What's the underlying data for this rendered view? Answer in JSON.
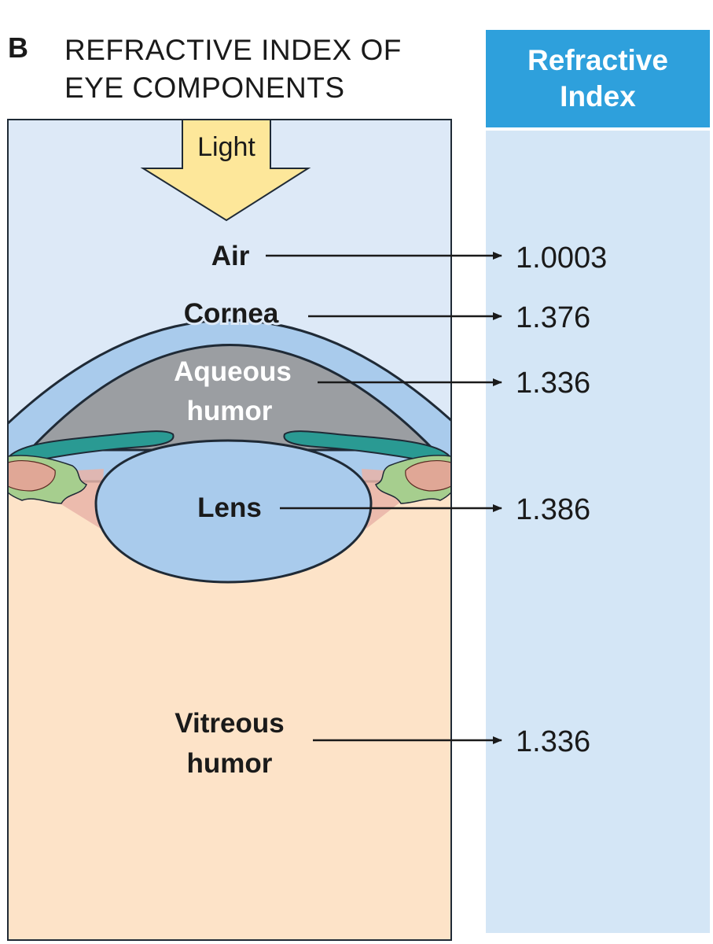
{
  "figure": {
    "panel_letter": "B",
    "title_line1": "REFRACTIVE INDEX OF",
    "title_line2": "EYE COMPONENTS"
  },
  "index_header": {
    "line1": "Refractive",
    "line2": "Index"
  },
  "light_label": "Light",
  "components": [
    {
      "name": "Air",
      "index": "1.0003"
    },
    {
      "name": "Cornea",
      "index": "1.376"
    },
    {
      "name_line1": "Aqueous",
      "name_line2": "humor",
      "index": "1.336"
    },
    {
      "name": "Lens",
      "index": "1.386"
    },
    {
      "name_line1": "Vitreous",
      "name_line2": "humor",
      "index": "1.336"
    }
  ],
  "colors": {
    "air": "#dde9f7",
    "cornea": "#a9cbec",
    "aqueous": "#9b9ea2",
    "lens": "#a9cbec",
    "vitreous": "#fde3c8",
    "iris": "#2a9a93",
    "ciliary": "#a6ce8e",
    "zonules": "#e9b4a8",
    "arrow_fill": "#fde79a",
    "header": "#2ea0dc",
    "index_column": "#d4e6f6"
  }
}
